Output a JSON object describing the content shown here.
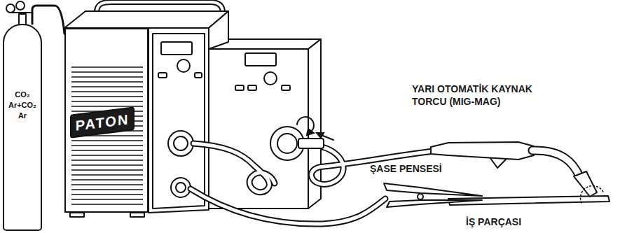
{
  "diagram": {
    "nodes": [
      {
        "text": [
          "CO₂",
          "Ar+CO₂",
          "Ar"
        ]
      },
      {
        "text": [
          "PATON"
        ]
      }
    ],
    "edges": [
      {
        "from": 0,
        "to": 1,
        "arrow": "none"
      }
    ],
    "labels": [
      "YARI OTOMATİK KAYNAK TORCU (MIG-MAG)",
      "ŞASE PENSESİ",
      "İŞ PARÇASI"
    ]
  }
}
